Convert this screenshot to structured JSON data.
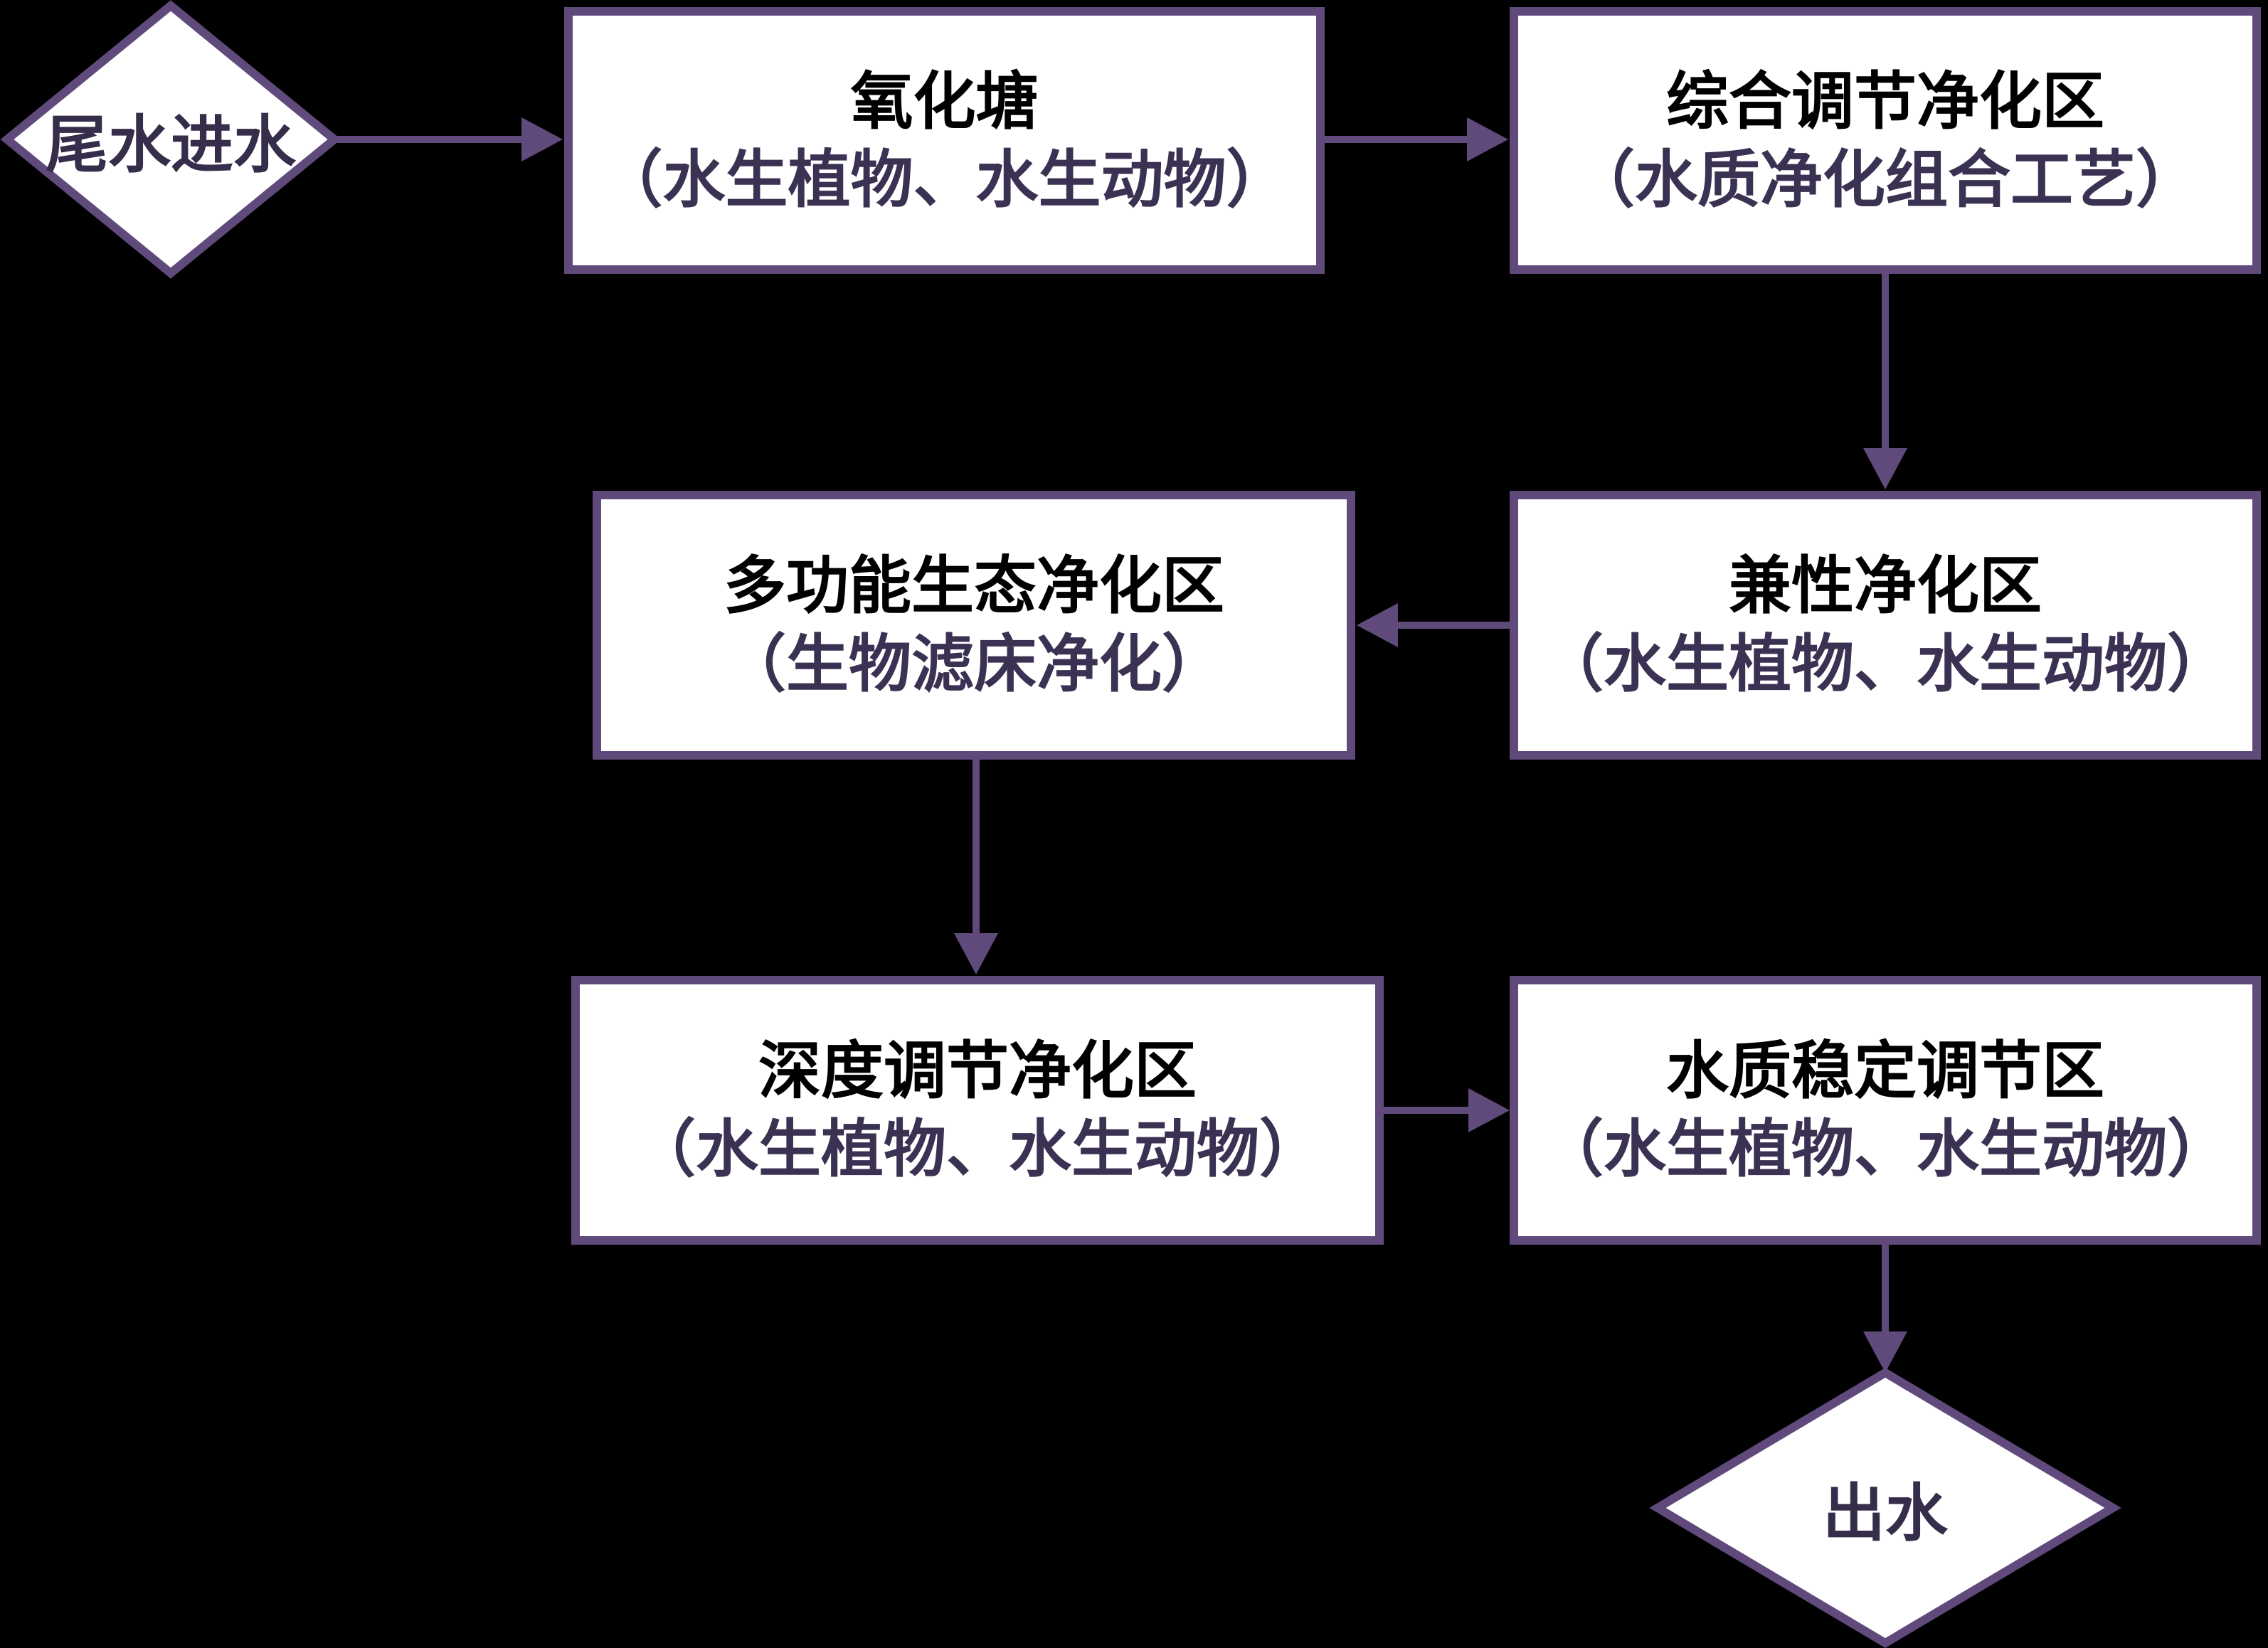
{
  "diagram": {
    "type": "flowchart",
    "background": "#000000",
    "colors": {
      "shape_border": "#604a7b",
      "shape_fill": "#ffffff",
      "arrow": "#604a7b",
      "title_text": "#000000",
      "subtitle_text": "#3b3153",
      "terminal_text": "#362d4b"
    },
    "nodes": [
      {
        "id": "start",
        "type": "terminal-diamond",
        "label": "尾水进水"
      },
      {
        "id": "oxidation-pond",
        "type": "process",
        "title": "氧化塘",
        "subtitle": "（水生植物、水生动物）"
      },
      {
        "id": "comprehensive-regulation-zone",
        "type": "process",
        "title": "综合调节净化区",
        "subtitle": "（水质净化组合工艺）"
      },
      {
        "id": "facultative-zone",
        "type": "process",
        "title": "兼性净化区",
        "subtitle": "（水生植物、水生动物）"
      },
      {
        "id": "multifunctional-eco-zone",
        "type": "process",
        "title": "多功能生态净化区",
        "subtitle": "（生物滤床净化）"
      },
      {
        "id": "deep-regulation-zone",
        "type": "process",
        "title": "深度调节净化区",
        "subtitle": "（水生植物、水生动物）"
      },
      {
        "id": "stabilization-zone",
        "type": "process",
        "title": "水质稳定调节区",
        "subtitle": "（水生植物、水生动物）"
      },
      {
        "id": "end",
        "type": "terminal-diamond",
        "label": "出水"
      }
    ],
    "edges": [
      {
        "from": "start",
        "to": "oxidation-pond",
        "direction": "right"
      },
      {
        "from": "oxidation-pond",
        "to": "comprehensive-regulation-zone",
        "direction": "right"
      },
      {
        "from": "comprehensive-regulation-zone",
        "to": "facultative-zone",
        "direction": "down"
      },
      {
        "from": "facultative-zone",
        "to": "multifunctional-eco-zone",
        "direction": "left"
      },
      {
        "from": "multifunctional-eco-zone",
        "to": "deep-regulation-zone",
        "direction": "down"
      },
      {
        "from": "deep-regulation-zone",
        "to": "stabilization-zone",
        "direction": "right"
      },
      {
        "from": "stabilization-zone",
        "to": "end",
        "direction": "down"
      }
    ]
  }
}
